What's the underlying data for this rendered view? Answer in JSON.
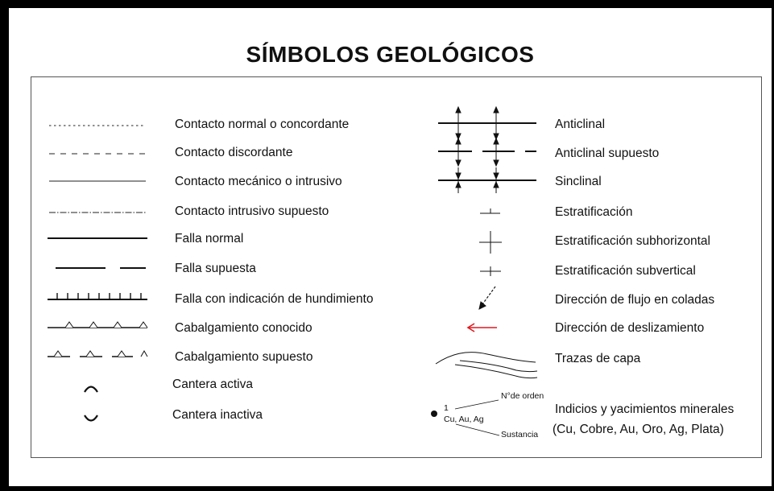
{
  "title": "SÍMBOLOS GEOLÓGICOS",
  "left_items": [
    {
      "symbol": "dotted-line",
      "parts": [
        "Contacto normal",
        " o concordante"
      ]
    },
    {
      "symbol": "dashed-line",
      "parts": [
        "Contacto discordante"
      ]
    },
    {
      "symbol": "thin-solid-line",
      "parts": [
        "Contacto mecánico o intrusivo"
      ]
    },
    {
      "symbol": "dash-dot-line",
      "parts": [
        "Contacto intrusivo supuesto"
      ]
    },
    {
      "symbol": "thick-solid-line",
      "parts": [
        "Falla normal"
      ]
    },
    {
      "symbol": "thick-dashed-line",
      "parts": [
        "Falla supuesta"
      ]
    },
    {
      "symbol": "ticked-line",
      "parts": [
        "Falla con indicación de hundimiento"
      ]
    },
    {
      "symbol": "triangle-line",
      "parts": [
        "Cabalgamiento",
        " conocido"
      ]
    },
    {
      "symbol": "dashed-triangle-line",
      "parts": [
        "Cabalgamiento supuesto"
      ]
    },
    {
      "symbol": "arc-up",
      "parts": [
        "Cantera activa"
      ]
    },
    {
      "symbol": "arc-down",
      "parts": [
        "Cantera inactiva"
      ]
    }
  ],
  "right_items": [
    {
      "symbol": "anticline",
      "label": "Anticlinal"
    },
    {
      "symbol": "anticline-dashed",
      "label": "Anticlinal supuesto"
    },
    {
      "symbol": "syncline",
      "label": "Sinclinal"
    },
    {
      "symbol": "strike-dip",
      "label": "Estratificación"
    },
    {
      "symbol": "cross-large",
      "label": "Estratificación subhorizontal"
    },
    {
      "symbol": "cross-small",
      "label": "Estratificación subvertical"
    },
    {
      "symbol": "flow-arrow",
      "label": "Dirección de flujo en coladas"
    },
    {
      "symbol": "red-arrow",
      "label": "Dirección de deslizamiento"
    },
    {
      "symbol": "layer-traces",
      "label": "Trazas de capa"
    }
  ],
  "mineral_item": {
    "order_num": "1",
    "order_label": "N°de orden",
    "substances": "Cu, Au, Ag",
    "substance_label": "Sustancia",
    "label_line1": "Indicios y yacimientos minerales",
    "label_line2": "(Cu, Cobre, Au, Oro, Ag, Plata)"
  },
  "colors": {
    "frame": "#000000",
    "ink": "#111111",
    "arrow_red": "#e0191f"
  }
}
